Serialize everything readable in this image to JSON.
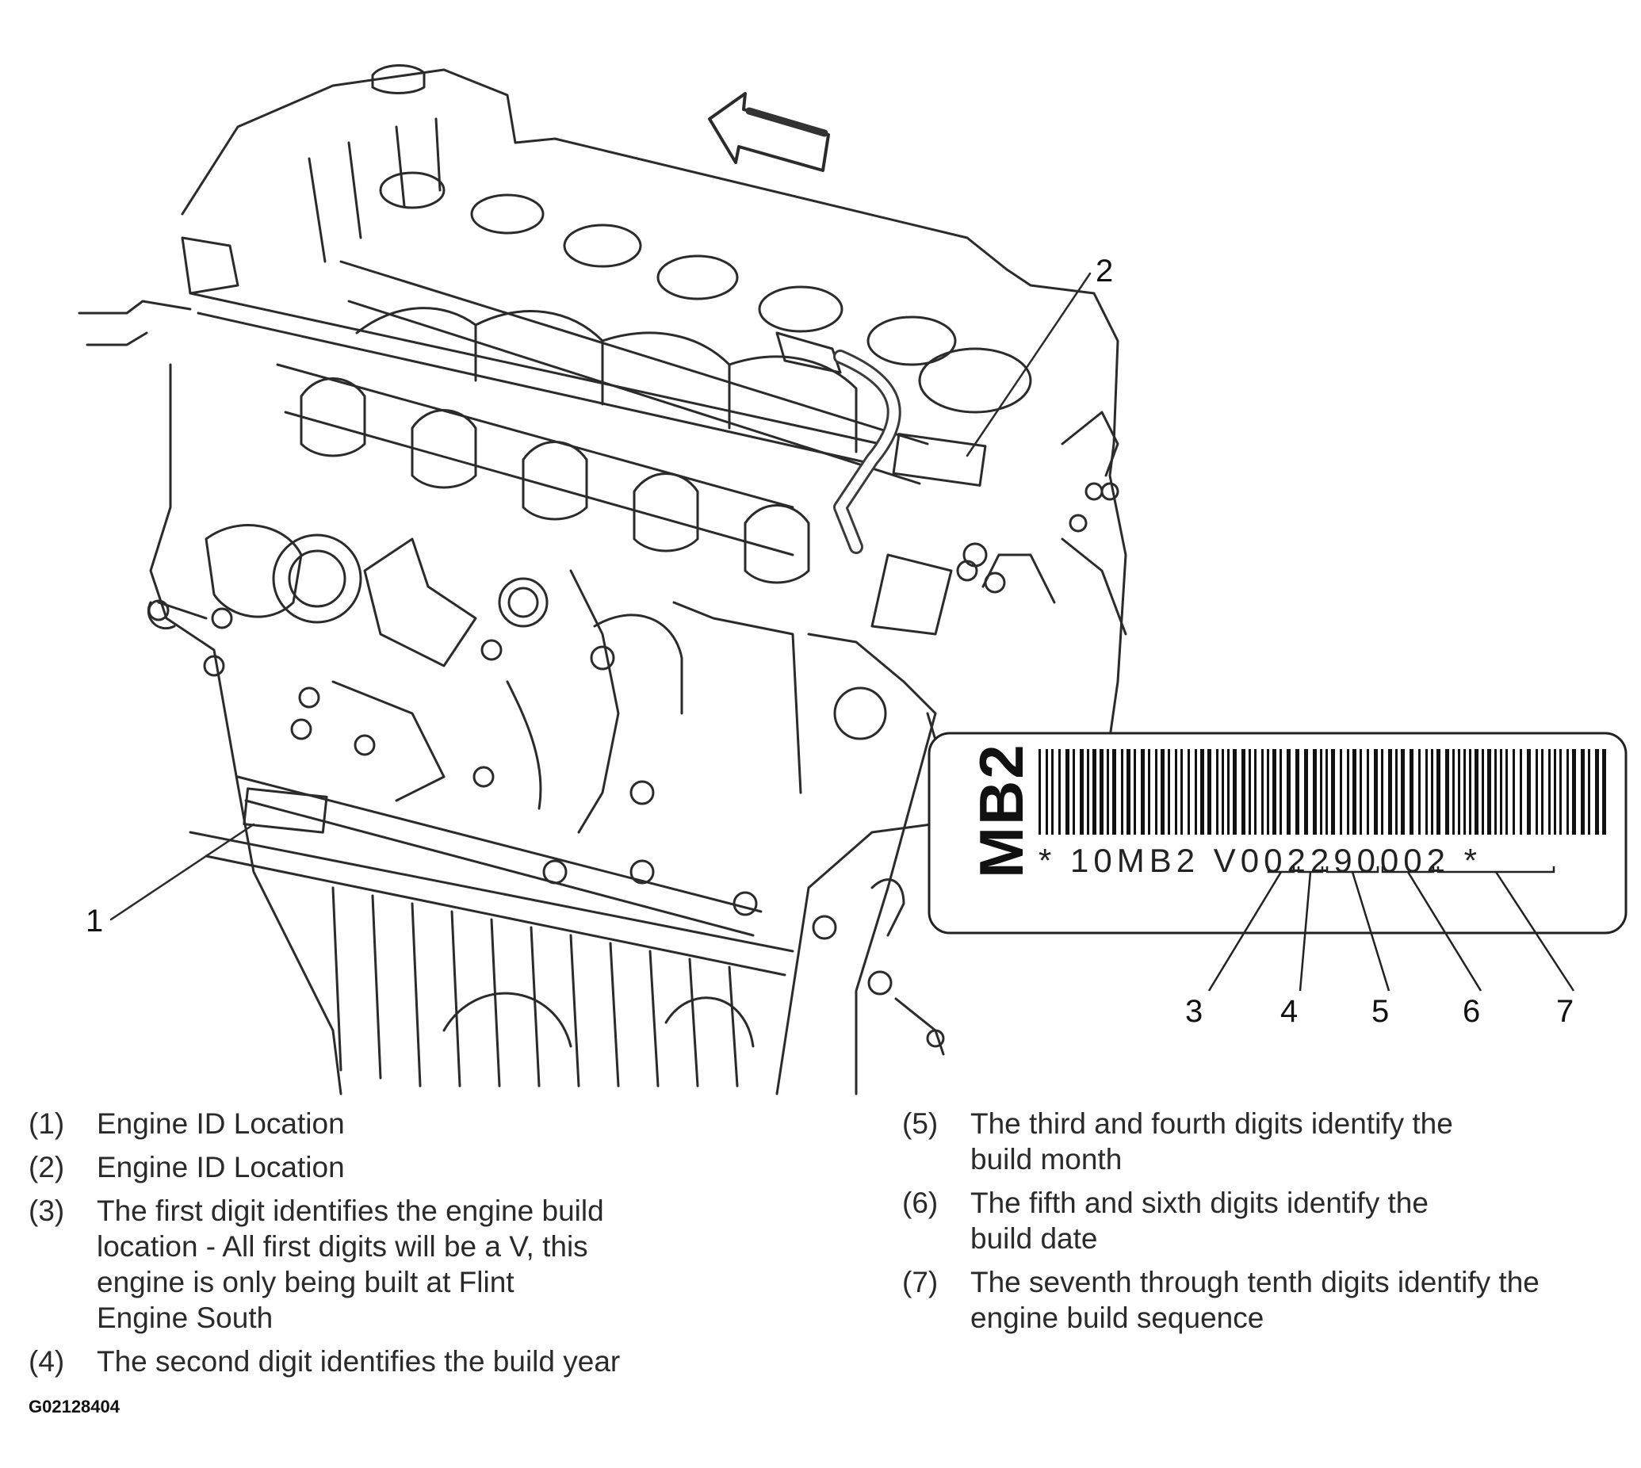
{
  "callouts": {
    "c1": "1",
    "c2": "2",
    "c3": "3",
    "c4": "4",
    "c5": "5",
    "c6": "6",
    "c7": "7"
  },
  "id_label": {
    "side_text": "MB2",
    "code": "* 10MB2 V002290002 *"
  },
  "legend_left": [
    {
      "num": "(1)",
      "text": "Engine ID Location"
    },
    {
      "num": "(2)",
      "text": "Engine ID Location"
    },
    {
      "num": "(3)",
      "text": "The first digit identifies the engine build\nlocation - All first digits will be a V, this\nengine is only being built at Flint\nEngine South"
    },
    {
      "num": "(4)",
      "text": "The second digit identifies the build year"
    }
  ],
  "legend_right": [
    {
      "num": "(5)",
      "text": "The third and fourth digits identify the\nbuild month"
    },
    {
      "num": "(6)",
      "text": "The fifth and sixth digits identify the\nbuild date"
    },
    {
      "num": "(7)",
      "text": "The seventh through tenth digits identify the\nengine build sequence"
    }
  ],
  "figure_code": "G02128404",
  "colors": {
    "line": "#2b2b2b",
    "text": "#2a2a2a",
    "background": "#ffffff"
  }
}
